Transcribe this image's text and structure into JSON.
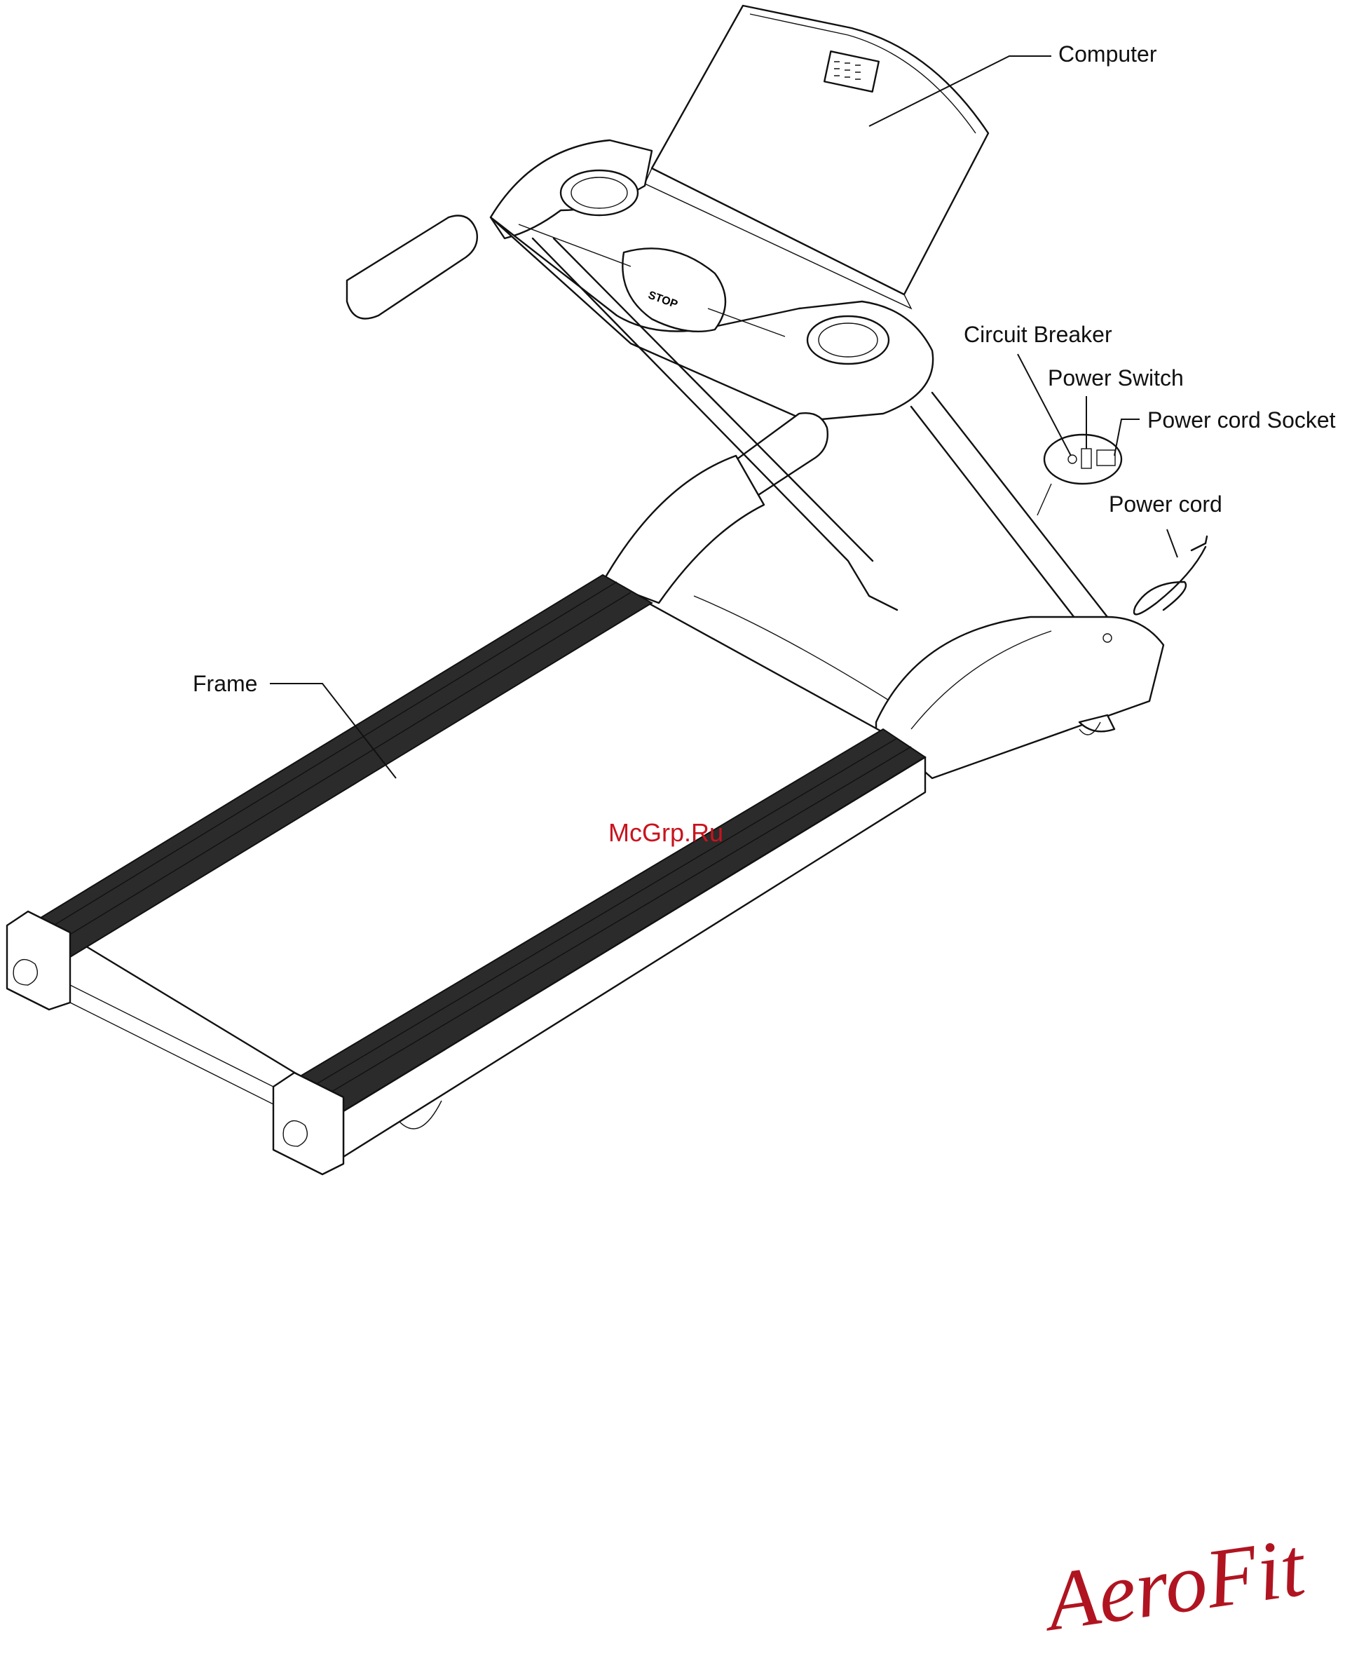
{
  "labels": {
    "computer": "Computer",
    "circuit_breaker": "Circuit Breaker",
    "power_switch": "Power Switch",
    "power_cord_socket": "Power cord Socket",
    "power_cord": "Power cord",
    "frame": "Frame"
  },
  "watermark": "McGrp.Ru",
  "stop_button": "STOP",
  "brand_logo": "AeroFit",
  "colors": {
    "line": "#111111",
    "belt": "#2b2b2b",
    "watermark": "#c8141e",
    "brand": "#b01420"
  }
}
